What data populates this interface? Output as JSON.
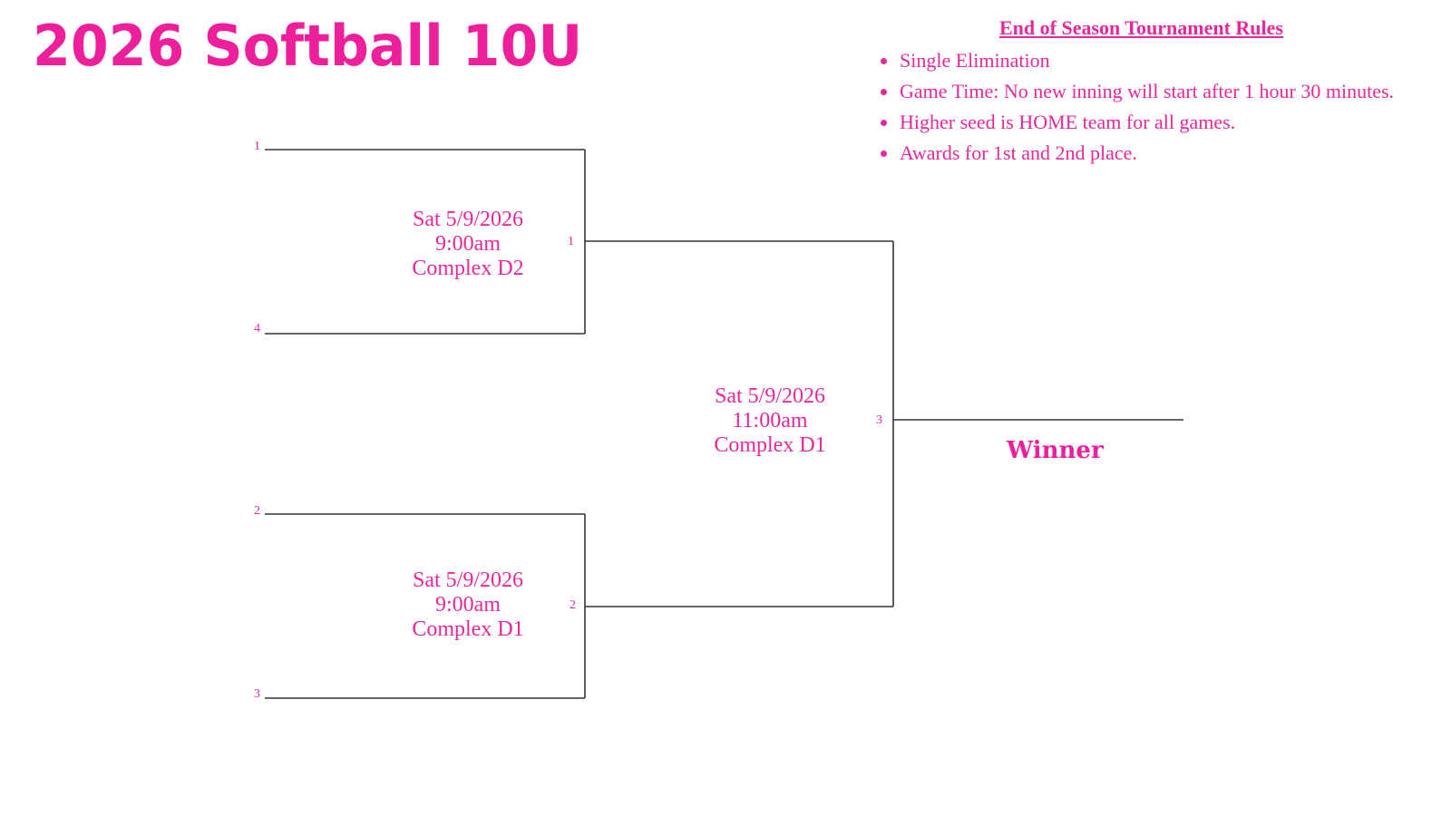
{
  "title": "2026 Softball 10U",
  "rules": {
    "heading": "End of Season Tournament Rules",
    "items": [
      "Single Elimination",
      "Game Time: No new inning will start after 1 hour 30 minutes.",
      "Higher seed is HOME team for all games.",
      "Awards for 1st and 2nd place."
    ]
  },
  "bracket": {
    "round1": [
      {
        "top_seed": "1",
        "bottom_seed": "4",
        "game_number": "1",
        "date": "Sat 5/9/2026",
        "time": "9:00am",
        "field": "Complex D2"
      },
      {
        "top_seed": "2",
        "bottom_seed": "3",
        "game_number": "2",
        "date": "Sat 5/9/2026",
        "time": "9:00am",
        "field": "Complex D1"
      }
    ],
    "final": {
      "game_number": "3",
      "date": "Sat 5/9/2026",
      "time": "11:00am",
      "field": "Complex D1"
    },
    "winner_label": "Winner"
  },
  "colors": {
    "accent": "#ee1f9a",
    "text_pink": "#e6289a",
    "line": "#333333"
  }
}
